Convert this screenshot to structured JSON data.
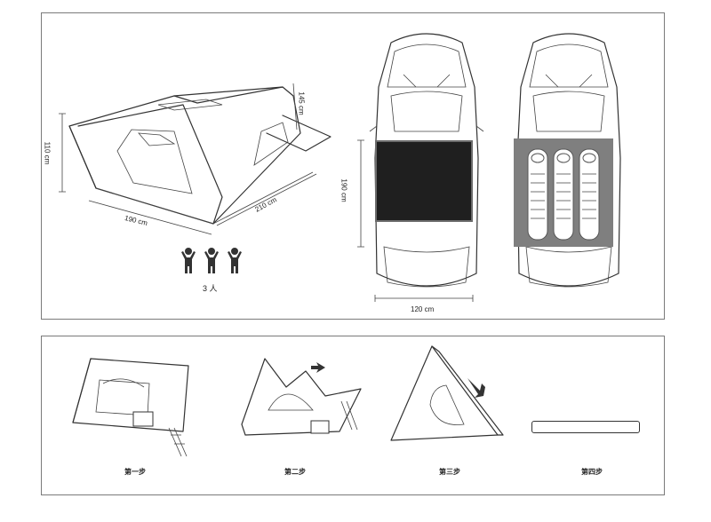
{
  "top": {
    "tent_height": "110 cm",
    "tent_open_height": "145 cm",
    "tent_width": "190 cm",
    "tent_length": "210 cm",
    "people_count": "3 人",
    "mat_length": "190 cm",
    "mat_width": "120 cm"
  },
  "steps": [
    {
      "label": "第一步"
    },
    {
      "label": "第二步"
    },
    {
      "label": "第三步"
    },
    {
      "label": "第四步"
    }
  ],
  "colors": {
    "mat": "#1f1f1f",
    "mat_border": "#6c6c6c",
    "sleeping_area": "#7f7f7f",
    "frame": "#7a7a7a"
  },
  "icons": [
    "person-icon",
    "car-top-view-icon",
    "sleeping-bag-icon",
    "arrow-icon"
  ]
}
